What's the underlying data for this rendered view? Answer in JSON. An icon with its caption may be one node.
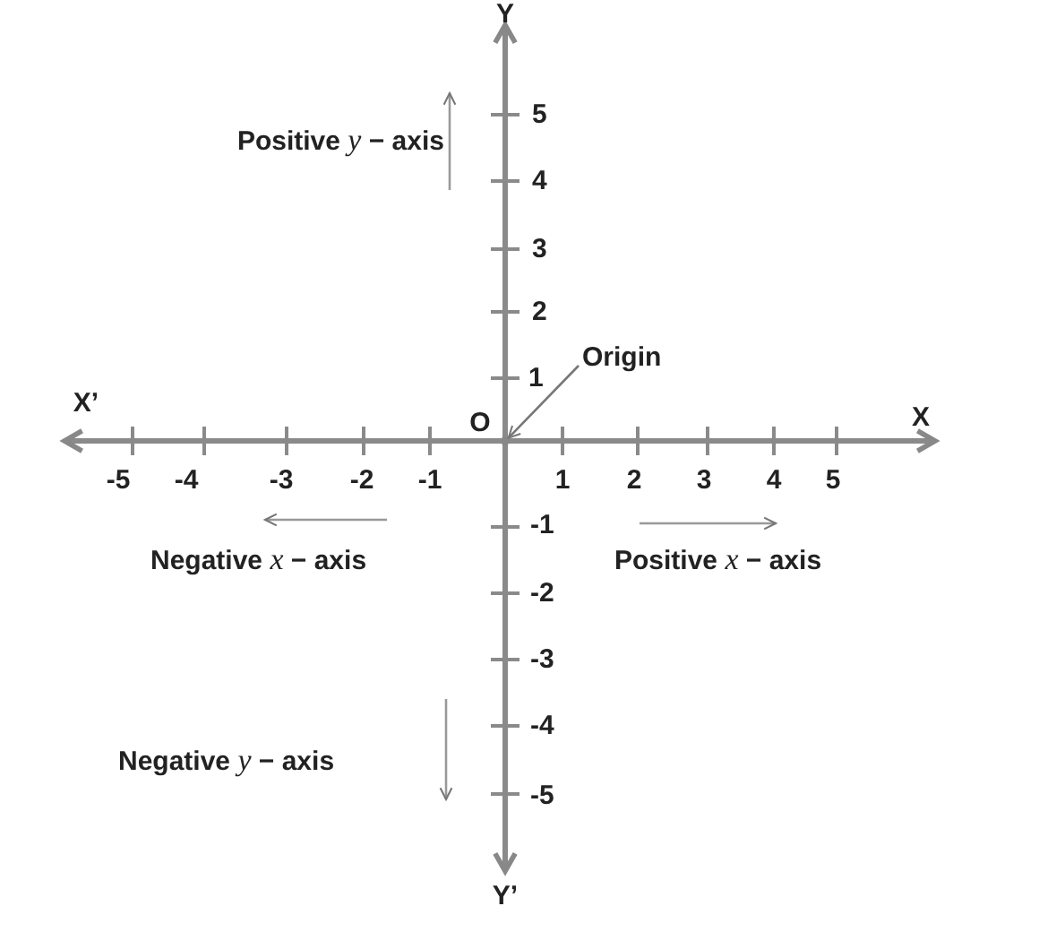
{
  "diagram": {
    "nodes": [
      {
        "text": [
          "Origin"
        ]
      },
      {
        "text": [],
        "shape": "dot"
      }
    ],
    "edges": [
      {
        "from": 0,
        "to": 1,
        "arrow": "to"
      }
    ],
    "labels": [
      "Y",
      "5",
      "Positive *y* − axis",
      "4",
      "3",
      "2",
      "1",
      "X’",
      "O",
      "X",
      "-5",
      "-4",
      "-3",
      "-2",
      "-1",
      "1",
      "2",
      "3",
      "4",
      "5",
      "-1",
      "Negative *x* − axis",
      "Positive *x* − axis",
      "-2",
      "-3",
      "-4",
      "Negative *y* − axis",
      "-5",
      "Y’"
    ]
  }
}
